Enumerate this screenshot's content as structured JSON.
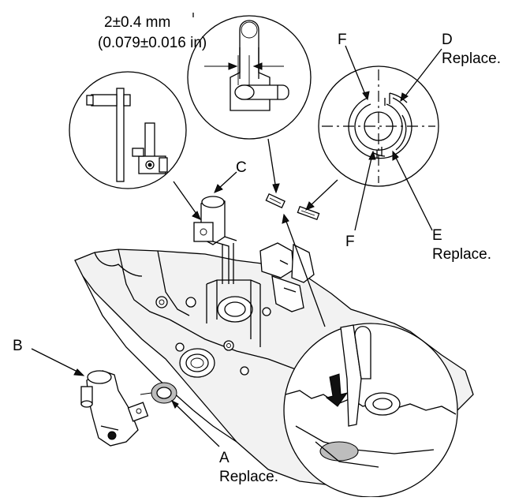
{
  "dimension": {
    "line1": "2±0.4 mm",
    "line2": "(0.079±0.016 in)"
  },
  "callouts": {
    "A": "A",
    "B": "B",
    "C": "C",
    "D": "D",
    "E": "E",
    "F_top": "F",
    "F_bottom": "F"
  },
  "notes": {
    "D_replace": "Replace.",
    "E_replace": "Replace.",
    "A_replace": "Replace."
  },
  "icons": [
    "arrow-down-icon"
  ],
  "colors": {
    "line": "#000000",
    "background": "#ffffff",
    "shade": "#bdbdbd"
  }
}
